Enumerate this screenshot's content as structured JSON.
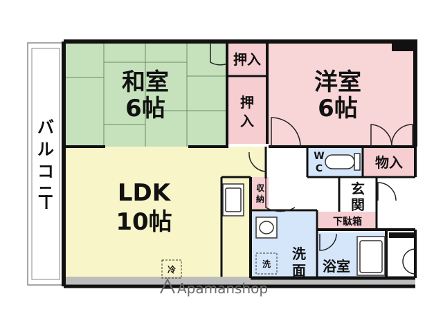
{
  "rooms": {
    "washitsu": {
      "name": "和室",
      "size": "6帖"
    },
    "youshitsu": {
      "name": "洋室",
      "size": "6帖"
    },
    "ldk": {
      "name": "LDK",
      "size": "10帖"
    },
    "oshiire_top": "押入",
    "oshiire_mid": [
      "押",
      "入"
    ],
    "wc": [
      "W",
      "C"
    ],
    "monoire": "物入",
    "genkan": [
      "玄",
      "関"
    ],
    "geta_bako": "下駄箱",
    "shuno": [
      "収",
      "納"
    ],
    "senmen": [
      "洗",
      "面"
    ],
    "washer": "洗",
    "fridge": "冷",
    "bath": "浴室",
    "balcony": [
      "バ",
      "ル",
      "コ",
      "ニ",
      "ー"
    ]
  },
  "watermark": "Apamanshop",
  "colors": {
    "washitsu": "#c6e2bd",
    "youshitsu": "#f8d6d8",
    "ldk": "#f8f6c8",
    "storage": "#f6cdd0",
    "water": "#d6e6fa",
    "wall": "#111111",
    "balcony_floor": "#bdbdbd"
  }
}
